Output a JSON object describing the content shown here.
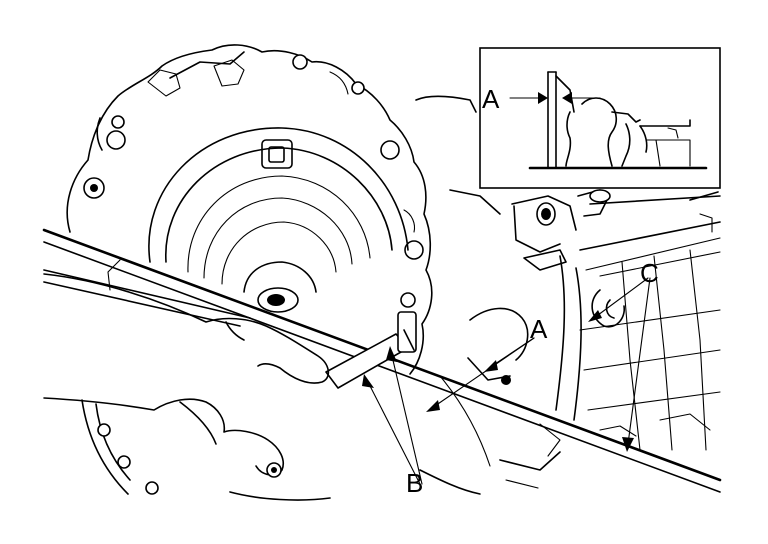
{
  "figure": {
    "callouts": {
      "a_main": "A",
      "b_main": "B",
      "c_main": "C",
      "a_inset": "A"
    }
  }
}
